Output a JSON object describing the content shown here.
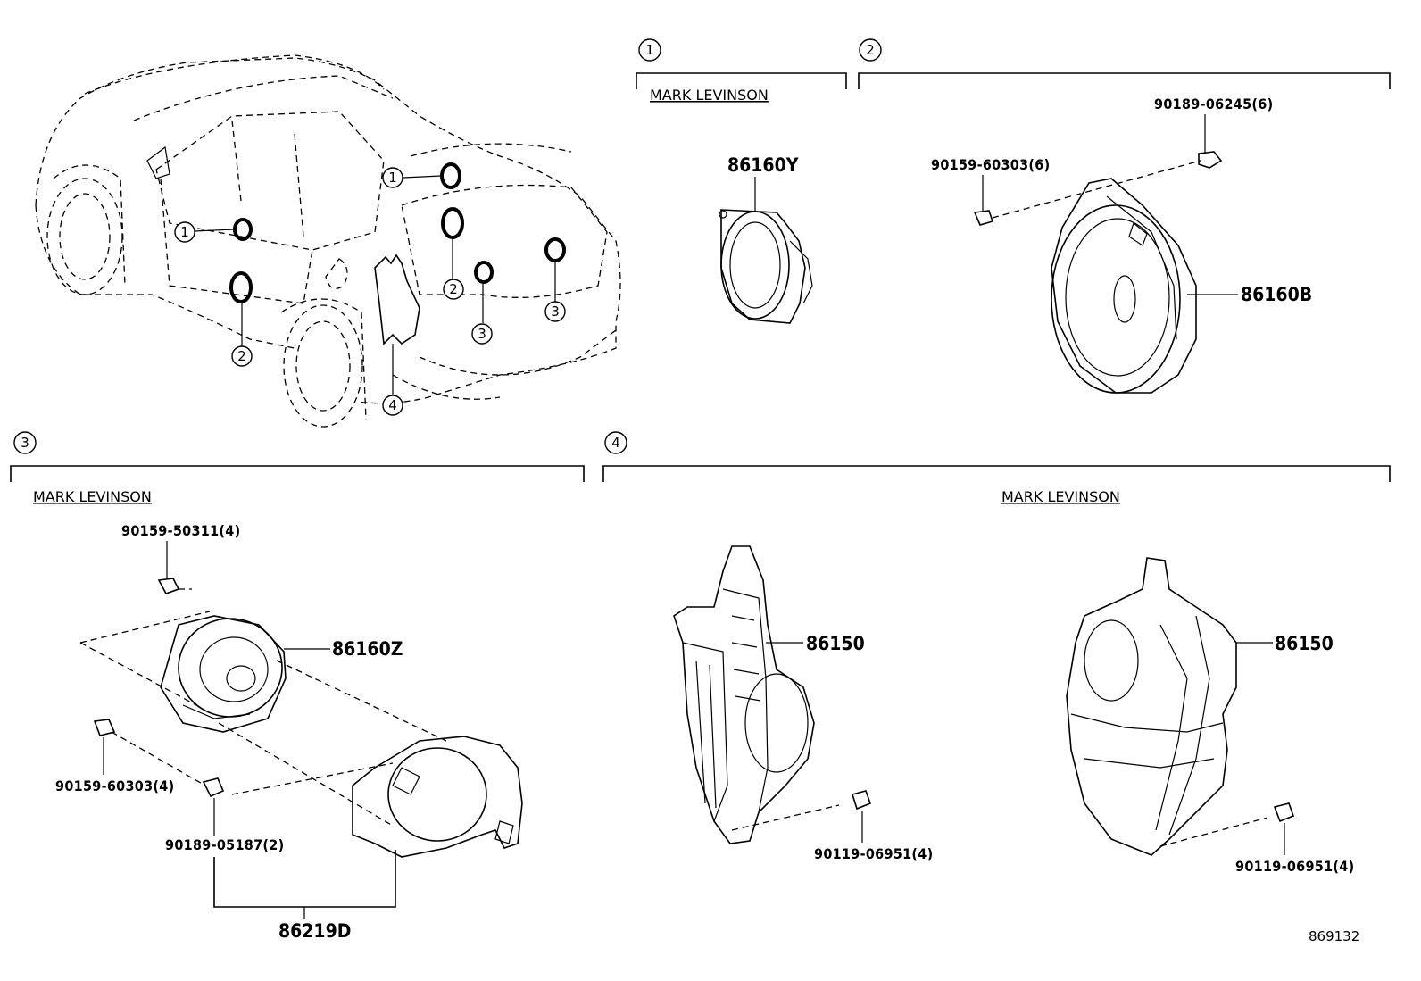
{
  "callouts": {
    "one": "1",
    "two": "2",
    "three": "3",
    "four": "4"
  },
  "brand_label": "MARK LEVINSON",
  "sections": {
    "s1": {
      "brand": "MARK LEVINSON",
      "part": "86160Y"
    },
    "s2": {
      "part_main": "86160B",
      "screw": "90159-60303(6)",
      "clip": "90189-06245(6)"
    },
    "s3": {
      "brand": "MARK LEVINSON",
      "part_main": "86160Z",
      "screw_top": "90159-50311(4)",
      "screw_left": "90159-60303(4)",
      "clip": "90189-05187(2)",
      "bracket": "86219D"
    },
    "s4": {
      "brand": "MARK LEVINSON",
      "part_left": "86150",
      "part_right": "86150",
      "screw_left": "90119-06951(4)",
      "screw_right": "90119-06951(4)"
    }
  },
  "illustration_id": "869132"
}
